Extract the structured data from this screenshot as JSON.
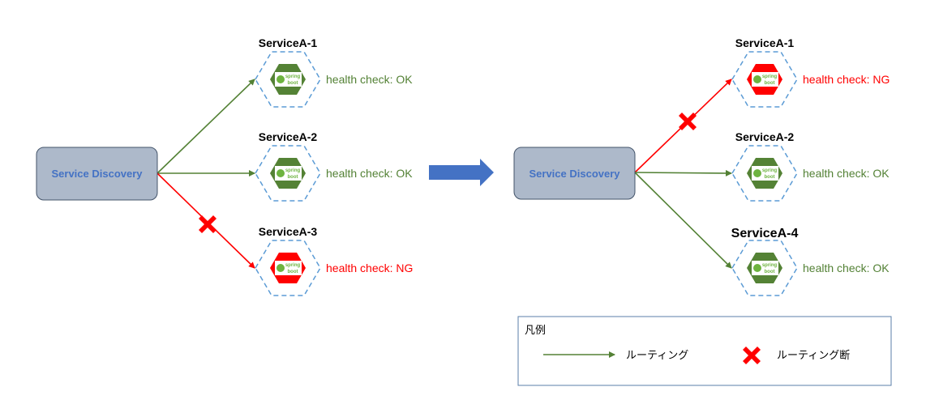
{
  "colors": {
    "ok": "#538135",
    "ng": "#ff0000",
    "node_green": "#548235",
    "node_red": "#ff0000",
    "discovery_fill": "#adb9ca",
    "discovery_stroke": "#44546a",
    "discovery_text": "#4472c4",
    "hex_dash": "#5b9bd5",
    "arrow_blue": "#4472c4",
    "spring_green": "#6db33f"
  },
  "before": {
    "discovery_label": "Service Discovery",
    "services": [
      {
        "name": "ServiceA-1",
        "status": "OK",
        "health": "health check: OK",
        "routed": true
      },
      {
        "name": "ServiceA-2",
        "status": "OK",
        "health": "health check: OK",
        "routed": true
      },
      {
        "name": "ServiceA-3",
        "status": "NG",
        "health": "health check: NG",
        "routed": false
      }
    ]
  },
  "after": {
    "discovery_label": "Service Discovery",
    "services": [
      {
        "name": "ServiceA-1",
        "status": "NG",
        "health": "health check: NG",
        "routed": false
      },
      {
        "name": "ServiceA-2",
        "status": "OK",
        "health": "health check: OK",
        "routed": true
      },
      {
        "name": "ServiceA-4",
        "status": "OK",
        "health": "health check: OK",
        "routed": true
      }
    ]
  },
  "spring_logo": {
    "line1": "spring",
    "line2": "boot"
  },
  "legend": {
    "title": "凡例",
    "routing_label": "ルーティング",
    "cut_label": "ルーティング断"
  }
}
